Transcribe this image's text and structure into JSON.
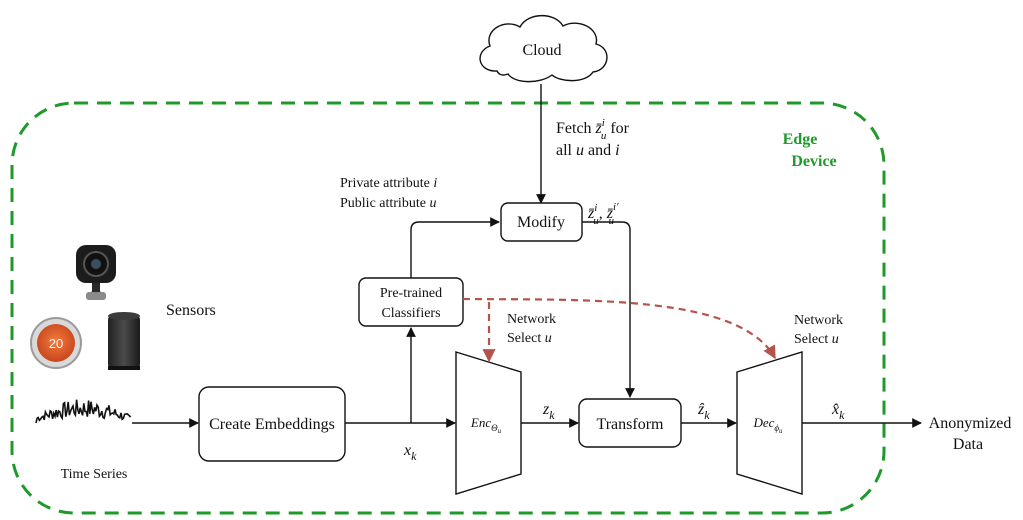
{
  "nodes": {
    "cloud": "Cloud",
    "edge_device_line1": "Edge",
    "edge_device_line2": "Device",
    "sensors": "Sensors",
    "time_series": "Time Series",
    "create_embeddings": "Create Embeddings",
    "pretrained_line1": "Pre-trained",
    "pretrained_line2": "Classifiers",
    "modify": "Modify",
    "transform": "Transform",
    "encoder": "Enc",
    "encoder_sub": "Θ",
    "encoder_subsub": "u",
    "decoder": "Dec",
    "decoder_sub": "ϕ",
    "decoder_subsub": "u",
    "anonymized_line1": "Anonymized",
    "anonymized_line2": "Data"
  },
  "labels": {
    "fetch_line1_a": "Fetch ",
    "fetch_z": "z̄",
    "fetch_sup": "i",
    "fetch_sub": "u",
    "fetch_line1_b": " for",
    "fetch_line2_a": "all ",
    "fetch_line2_u": "u",
    "fetch_line2_and": " and ",
    "fetch_line2_i": "i",
    "private_attr_text": "Private attribute ",
    "private_attr_var": "i",
    "public_attr_text": "Public attribute ",
    "public_attr_var": "u",
    "modify_out_z1": "z̄",
    "modify_out_sup1": "i",
    "modify_out_sub1": "u",
    "modify_out_sep": ", ",
    "modify_out_z2": "z̄",
    "modify_out_sup2": "i′",
    "modify_out_sub2": "u",
    "network_select_left_line1": "Network",
    "network_select_left_line2": "Select ",
    "network_select_left_var": "u",
    "network_select_right_line1": "Network",
    "network_select_right_line2": "Select ",
    "network_select_right_var": "u",
    "xk": "x",
    "xk_sub": "k",
    "zk": "z",
    "zk_sub": "k",
    "zhat": "ẑ",
    "zhat_sub": "k",
    "xhat": "x̂",
    "xhat_sub": "k"
  },
  "devices": {
    "camera_screen": "",
    "thermostat_display": "20",
    "speaker": ""
  },
  "colors": {
    "edge_boundary": "#1f9a2a",
    "network_select_arrows": "#b5544a",
    "thermostat": "#e2592b"
  }
}
